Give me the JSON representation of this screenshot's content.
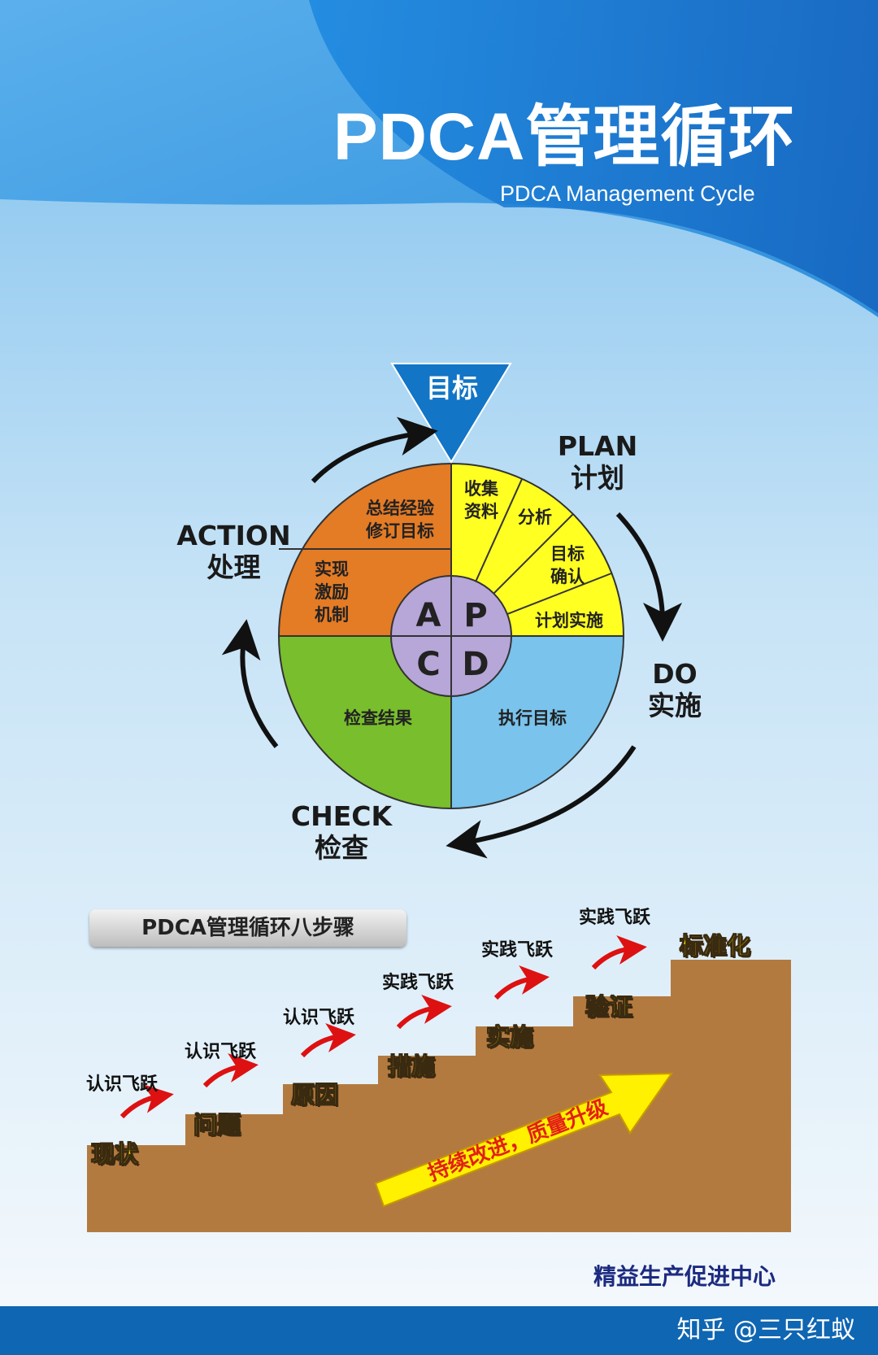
{
  "header": {
    "title": "PDCA管理循环",
    "subtitle": "PDCA Management Cycle"
  },
  "cycle": {
    "goal": "目标",
    "quadrants": {
      "A": "A",
      "P": "P",
      "C": "C",
      "D": "D"
    },
    "plan_items": [
      "收集资料",
      "分析",
      "目标确认",
      "计划实施"
    ],
    "action_items": [
      "总结经验修订目标",
      "实现激励机制"
    ],
    "check_item": "检查结果",
    "do_item": "执行目标",
    "stages": {
      "plan": {
        "en": "PLAN",
        "cn": "计划"
      },
      "do": {
        "en": "DO",
        "cn": "实施"
      },
      "check": {
        "en": "CHECK",
        "cn": "检查"
      },
      "action": {
        "en": "ACTION",
        "cn": "处理"
      }
    },
    "colors": {
      "plan": "#ffff22",
      "action": "#e47b25",
      "check": "#79be2d",
      "do": "#79c3ec",
      "center": "#b7a6d8",
      "goal": "#1275c6"
    }
  },
  "steps": {
    "banner": "PDCA管理循环八步骤",
    "leaps": [
      "认识飞跃",
      "认识飞跃",
      "认识飞跃",
      "实践飞跃",
      "实践飞跃",
      "实践飞跃"
    ],
    "stairs": [
      "现状",
      "问题",
      "原因",
      "措施",
      "实施",
      "验证",
      "标准化"
    ],
    "arrow_text": "持续改进，质量升级",
    "colors": {
      "stair": "#b37a40",
      "step_text": "#f2e000",
      "leap_arrow": "#dd1111"
    }
  },
  "footer": {
    "organization": "精益生产促进中心",
    "watermark": "知乎 @三只红蚁"
  }
}
